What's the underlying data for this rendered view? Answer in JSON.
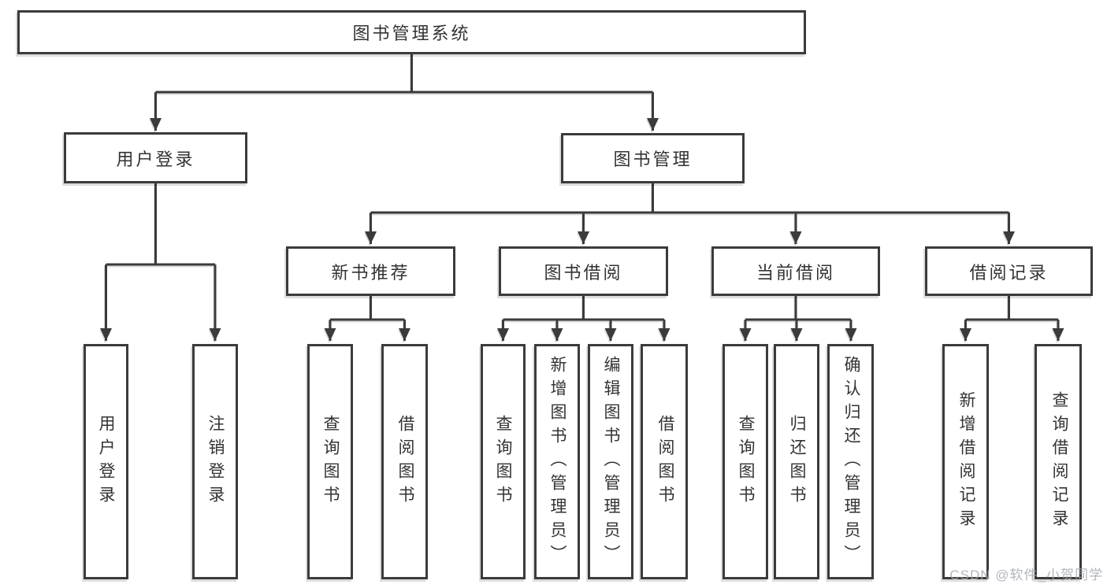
{
  "diagram": {
    "title_node": "图书管理系统",
    "colors": {
      "line": "#3b3b3b",
      "border": "#3b3b3b",
      "text": "#333333",
      "background": "#ffffff",
      "watermark": "#a3a9b2"
    },
    "nodes": {
      "root": {
        "label": "图书管理系统"
      },
      "level2": [
        {
          "id": "user-login",
          "label": "用户登录",
          "parent": "图书管理系统"
        },
        {
          "id": "book-mgmt",
          "label": "图书管理",
          "parent": "图书管理系统"
        }
      ],
      "level3": [
        {
          "id": "new-book-rec",
          "label": "新书推荐",
          "parent": "图书管理"
        },
        {
          "id": "book-borrow",
          "label": "图书借阅",
          "parent": "图书管理"
        },
        {
          "id": "current-borrow",
          "label": "当前借阅",
          "parent": "图书管理"
        },
        {
          "id": "borrow-record",
          "label": "借阅记录",
          "parent": "图书管理"
        }
      ],
      "leaves": [
        {
          "id": "leaf-user-login",
          "label": "用户登录",
          "parent": "用户登录"
        },
        {
          "id": "leaf-logout",
          "label": "注销登录",
          "parent": "用户登录"
        },
        {
          "id": "leaf-query-books-rec",
          "label": "查询图书",
          "parent": "新书推荐"
        },
        {
          "id": "leaf-borrow-books-rec",
          "label": "借阅图书",
          "parent": "新书推荐"
        },
        {
          "id": "leaf-query-books-borrow",
          "label": "查询图书",
          "parent": "图书借阅"
        },
        {
          "id": "leaf-add-books-admin",
          "label": "新增图书（管理员）",
          "parent": "图书借阅"
        },
        {
          "id": "leaf-edit-books-admin",
          "label": "编辑图书（管理员）",
          "parent": "图书借阅"
        },
        {
          "id": "leaf-borrow-books",
          "label": "借阅图书",
          "parent": "图书借阅"
        },
        {
          "id": "leaf-query-books-current",
          "label": "查询图书",
          "parent": "当前借阅"
        },
        {
          "id": "leaf-return-books",
          "label": "归还图书",
          "parent": "当前借阅"
        },
        {
          "id": "leaf-confirm-return-admin",
          "label": "确认归还（管理员）",
          "parent": "当前借阅"
        },
        {
          "id": "leaf-add-borrow-record",
          "label": "新增借阅记录",
          "parent": "借阅记录"
        },
        {
          "id": "leaf-query-borrow-record",
          "label": "查询借阅记录",
          "parent": "借阅记录"
        }
      ]
    }
  },
  "watermark": {
    "text": "CSDN @软件_小贺同学"
  }
}
